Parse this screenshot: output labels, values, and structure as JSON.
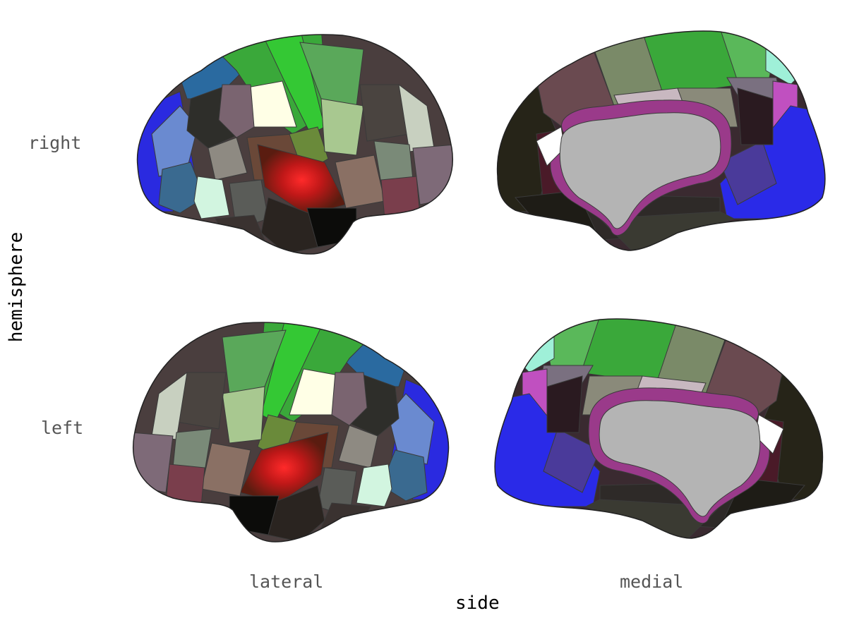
{
  "figure": {
    "x_axis_title": "side",
    "y_axis_title": "hemisphere",
    "column_labels": [
      "lateral",
      "medial"
    ],
    "row_labels": [
      "right",
      "left"
    ]
  },
  "panels": [
    {
      "hemisphere": "right",
      "side": "lateral"
    },
    {
      "hemisphere": "right",
      "side": "medial"
    },
    {
      "hemisphere": "left",
      "side": "lateral"
    },
    {
      "hemisphere": "left",
      "side": "medial"
    }
  ],
  "colors": {
    "background": "#ffffff",
    "motor_green": "#2ab52a",
    "temporal_red": "#e01818",
    "occipital_blue": "#2a2ae8",
    "medial_wall": "#b4b4b4",
    "parcel_outline": "#3a3a3a",
    "label_text": "#555555",
    "title_text": "#000000"
  }
}
